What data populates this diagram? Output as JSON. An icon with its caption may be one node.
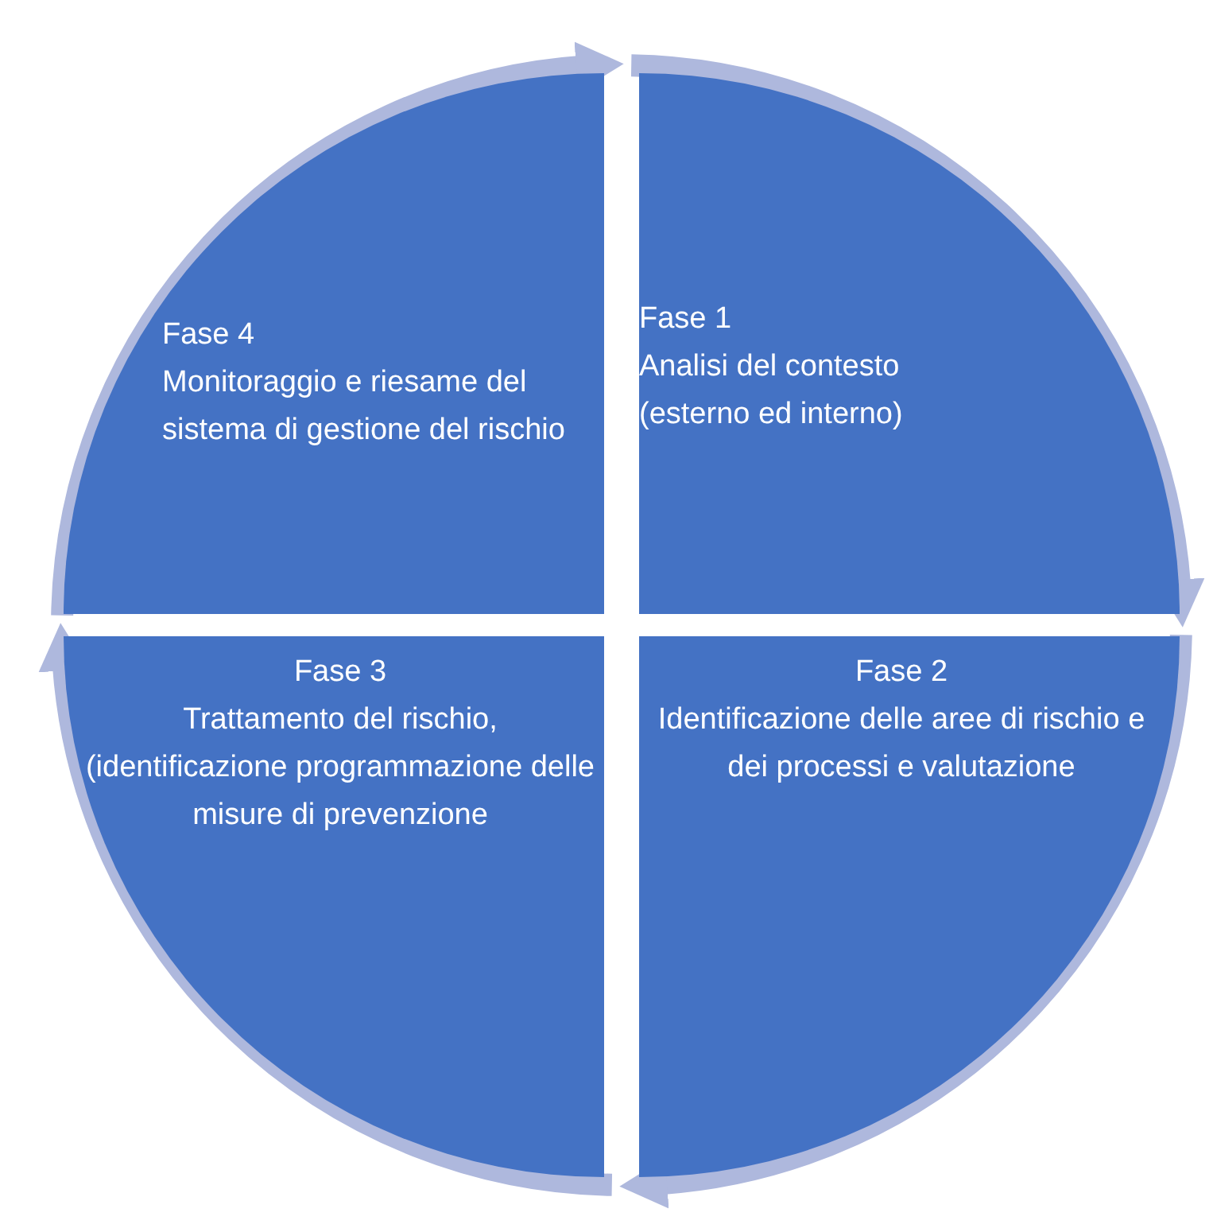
{
  "diagram": {
    "nodes": [
      {
        "text": [
          "Fase 4",
          "Monitoraggio e riesame del sistema di gestione del rischio"
        ]
      },
      {
        "text": [
          "Fase 1",
          "Analisi del contesto (esterno ed interno)"
        ]
      },
      {
        "text": [
          "Fase 3",
          "Trattamento del rischio, (identificazione programmazione delle misure di prevenzione"
        ]
      },
      {
        "text": [
          "Fase 2",
          "Identificazione delle aree di rischio e dei processi e valutazione"
        ]
      }
    ],
    "edges": [
      {
        "from": 0,
        "to": 1,
        "arrow": "to"
      },
      {
        "from": 1,
        "to": 3,
        "arrow": "to"
      },
      {
        "from": 3,
        "to": 2,
        "arrow": "to"
      },
      {
        "from": 2,
        "to": 0,
        "arrow": "to"
      }
    ]
  }
}
